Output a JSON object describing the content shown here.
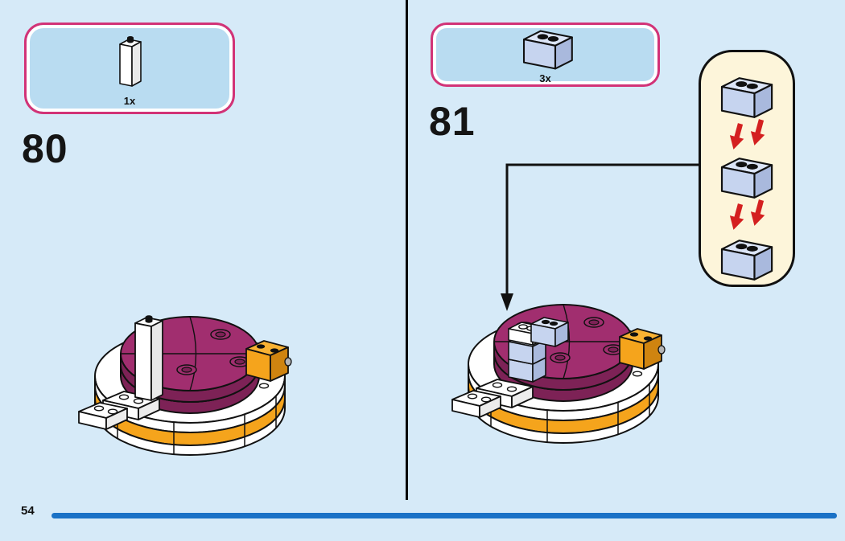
{
  "page": {
    "number": "54"
  },
  "steps": {
    "left": {
      "number": "80",
      "part_count": "1x"
    },
    "right": {
      "number": "81",
      "part_count": "3x"
    }
  },
  "parts": {
    "left_icon": "white-1x1-tall-brick",
    "right_icon": "light-blue-1x2-brick"
  },
  "subassembly": {
    "brick_count": 3,
    "brick": "light-blue-1x2-brick",
    "arrow_direction": "down"
  },
  "colors": {
    "background": "#d6eaf8",
    "parts_box_fill": "#b9dcf1",
    "parts_box_border": "#d23377",
    "footer_rule": "#1b72c6",
    "callout_fill": "#fdf5da",
    "arrow_red": "#d42020",
    "brick_blue": "#c6d4ef",
    "plate_magenta": "#a12e6f",
    "brick_orange": "#f5a41c",
    "brick_white": "#ffffff",
    "outline": "#111111"
  }
}
